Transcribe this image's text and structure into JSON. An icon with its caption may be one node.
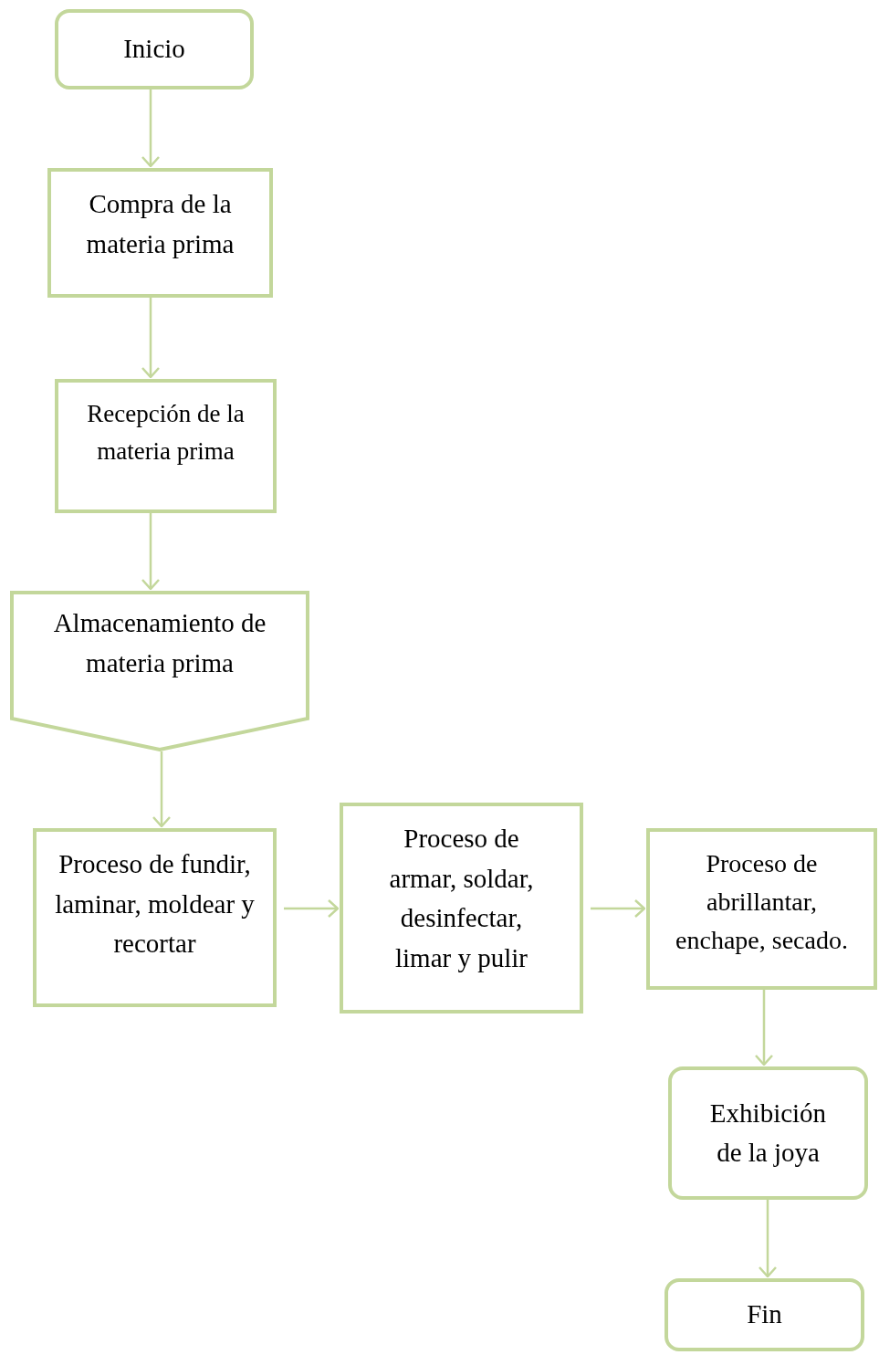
{
  "diagram": {
    "nodes": [
      {
        "text": [
          "Inicio"
        ]
      },
      {
        "text": [
          "Compra de la materia prima"
        ]
      },
      {
        "text": [
          "Recepción de la materia prima"
        ]
      },
      {
        "text": [
          "Almacenamiento de materia prima"
        ]
      },
      {
        "text": [
          "Proceso de fundir, laminar, moldear y recortar"
        ]
      },
      {
        "text": [
          "Proceso de armar, soldar, desinfectar, limar y pulir"
        ]
      },
      {
        "text": [
          "Proceso de abrillantar, enchape, secado."
        ]
      },
      {
        "text": [
          "Exhibición de la joya"
        ]
      },
      {
        "text": [
          "Fin"
        ]
      }
    ],
    "edges": [
      {
        "from": 0,
        "to": 1,
        "arrow": "to"
      },
      {
        "from": 1,
        "to": 2,
        "arrow": "to"
      },
      {
        "from": 2,
        "to": 3,
        "arrow": "to"
      },
      {
        "from": 3,
        "to": 4,
        "arrow": "to"
      },
      {
        "from": 4,
        "to": 5,
        "arrow": "to"
      },
      {
        "from": 5,
        "to": 6,
        "arrow": "to"
      },
      {
        "from": 6,
        "to": 7,
        "arrow": "to"
      },
      {
        "from": 7,
        "to": 8,
        "arrow": "to"
      }
    ]
  }
}
